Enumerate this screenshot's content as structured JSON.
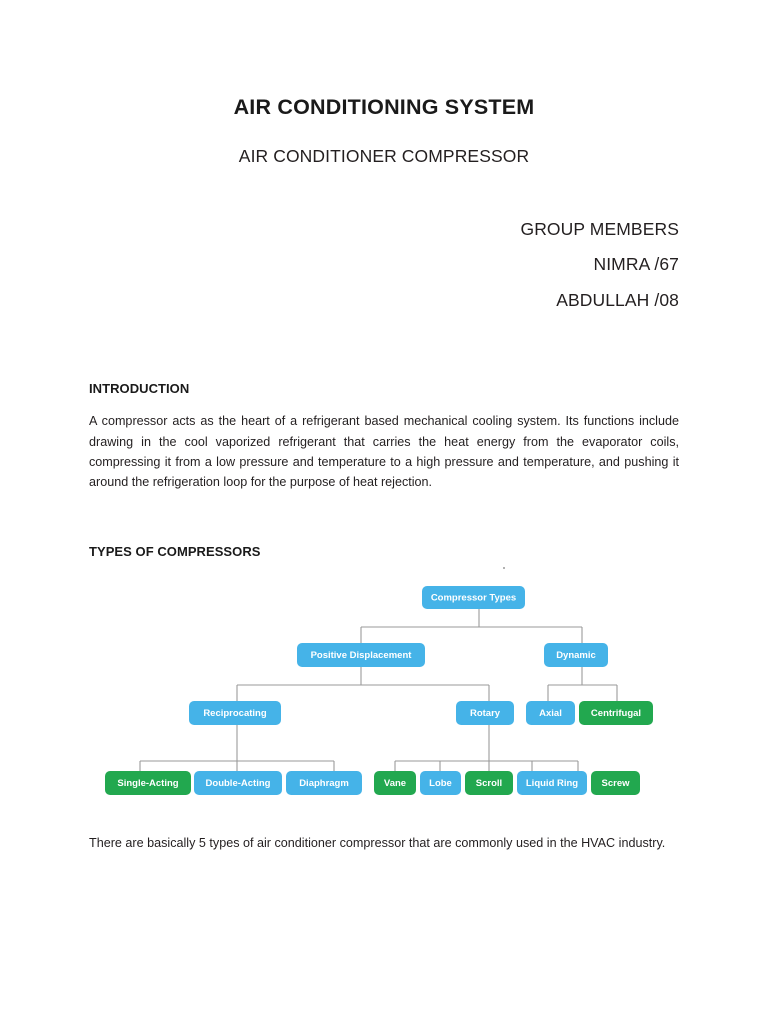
{
  "document": {
    "title": "AIR CONDITIONING SYSTEM",
    "subtitle": "AIR CONDITIONER COMPRESSOR",
    "group_members": {
      "heading": "GROUP MEMBERS",
      "entries": [
        "NIMRA /67",
        "ABDULLAH /08"
      ]
    },
    "sections": [
      {
        "heading": "INTRODUCTION",
        "body": "A compressor acts as the heart of a refrigerant based mechanical cooling system. Its functions include drawing in the cool vaporized refrigerant that carries the heat energy from the evaporator coils, compressing it from a low pressure and temperature to a high pressure and temperature, and pushing it around the refrigeration loop for the purpose of heat rejection."
      },
      {
        "heading": "TYPES OF COMPRESSORS",
        "closing": "There are basically 5 types of air conditioner compressor that are commonly used in the HVAC industry."
      }
    ]
  },
  "chart_data": {
    "type": "diagram",
    "subtype": "tree",
    "title": "Compressor Types",
    "colors": {
      "blue": "#45b3e8",
      "green": "#22a84f",
      "connector": "#9a9a9a",
      "label": "#ffffff"
    },
    "nodes": [
      {
        "id": "compressor-types",
        "label": "Compressor Types",
        "level": 0,
        "color": "blue",
        "parent": null
      },
      {
        "id": "positive-displacement",
        "label": "Positive Displacement",
        "level": 1,
        "color": "blue",
        "parent": "compressor-types"
      },
      {
        "id": "dynamic",
        "label": "Dynamic",
        "level": 1,
        "color": "blue",
        "parent": "compressor-types"
      },
      {
        "id": "reciprocating",
        "label": "Reciprocating",
        "level": 2,
        "color": "blue",
        "parent": "positive-displacement"
      },
      {
        "id": "rotary",
        "label": "Rotary",
        "level": 2,
        "color": "blue",
        "parent": "positive-displacement"
      },
      {
        "id": "axial",
        "label": "Axial",
        "level": 2,
        "color": "blue",
        "parent": "dynamic"
      },
      {
        "id": "centrifugal",
        "label": "Centrifugal",
        "level": 2,
        "color": "green",
        "parent": "dynamic"
      },
      {
        "id": "single-acting",
        "label": "Single-Acting",
        "level": 3,
        "color": "green",
        "parent": "reciprocating"
      },
      {
        "id": "double-acting",
        "label": "Double-Acting",
        "level": 3,
        "color": "blue",
        "parent": "reciprocating"
      },
      {
        "id": "diaphragm",
        "label": "Diaphragm",
        "level": 3,
        "color": "blue",
        "parent": "reciprocating"
      },
      {
        "id": "vane",
        "label": "Vane",
        "level": 3,
        "color": "green",
        "parent": "rotary"
      },
      {
        "id": "lobe",
        "label": "Lobe",
        "level": 3,
        "color": "blue",
        "parent": "rotary"
      },
      {
        "id": "scroll",
        "label": "Scroll",
        "level": 3,
        "color": "green",
        "parent": "rotary"
      },
      {
        "id": "liquid-ring",
        "label": "Liquid Ring",
        "level": 3,
        "color": "blue",
        "parent": "rotary"
      },
      {
        "id": "screw",
        "label": "Screw",
        "level": 3,
        "color": "green",
        "parent": "rotary"
      }
    ]
  }
}
